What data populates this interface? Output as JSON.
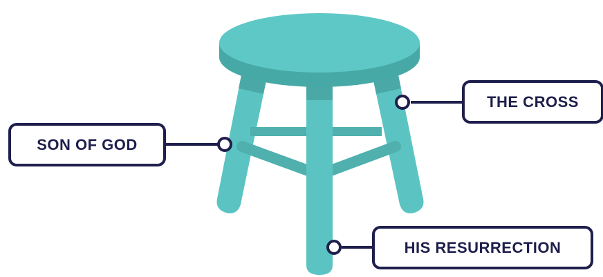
{
  "labels": {
    "son_of_god": "SON OF GOD",
    "the_cross": "THE CROSS",
    "his_resurrection": "HIS RESURRECTION"
  },
  "colors": {
    "stool": "#5bc4c2",
    "stool_seat_top": "#5ec8c6",
    "stool_seat_edge": "#47a9a6",
    "stool_shadow": "#4aa9a6",
    "stretcher": "#4fb0ad",
    "label_border": "#1f1f4d",
    "connector": "#1f1f4d"
  }
}
